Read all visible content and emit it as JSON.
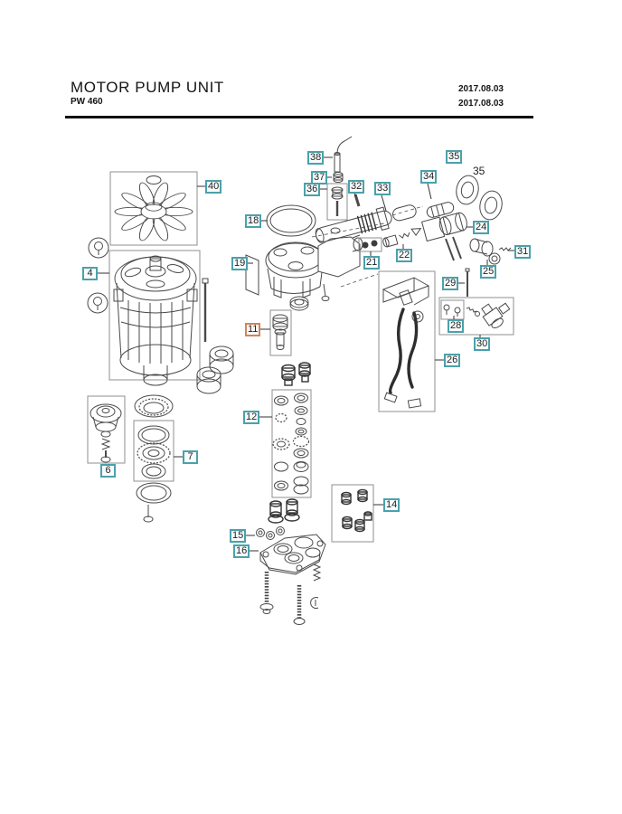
{
  "header": {
    "title": "MOTOR PUMP UNIT",
    "model": "PW 460",
    "date_top": "2017.08.03",
    "date_bottom": "2017.08.03"
  },
  "diagram": {
    "colors": {
      "callout_border": "#4aa1ab",
      "highlight_border": "#d0855f",
      "line_art": "#4a4a4a"
    },
    "callouts": [
      {
        "number": "4",
        "highlighted": false
      },
      {
        "number": "6",
        "highlighted": false
      },
      {
        "number": "7",
        "highlighted": false
      },
      {
        "number": "11",
        "highlighted": true
      },
      {
        "number": "12",
        "highlighted": false
      },
      {
        "number": "14",
        "highlighted": false
      },
      {
        "number": "15",
        "highlighted": false
      },
      {
        "number": "16",
        "highlighted": false
      },
      {
        "number": "18",
        "highlighted": false
      },
      {
        "number": "19",
        "highlighted": false
      },
      {
        "number": "21",
        "highlighted": false
      },
      {
        "number": "22",
        "highlighted": false
      },
      {
        "number": "24",
        "highlighted": false
      },
      {
        "number": "25",
        "highlighted": false
      },
      {
        "number": "26",
        "highlighted": false
      },
      {
        "number": "28",
        "highlighted": false
      },
      {
        "number": "29",
        "highlighted": false
      },
      {
        "number": "30",
        "highlighted": false
      },
      {
        "number": "31",
        "highlighted": false
      },
      {
        "number": "32",
        "highlighted": false
      },
      {
        "number": "33",
        "highlighted": false
      },
      {
        "number": "34",
        "highlighted": false
      },
      {
        "number": "35",
        "highlighted": false
      },
      {
        "number": "36",
        "highlighted": false
      },
      {
        "number": "37",
        "highlighted": false
      },
      {
        "number": "38",
        "highlighted": false
      },
      {
        "number": "40",
        "highlighted": false
      }
    ],
    "plain_labels": [
      {
        "text": "35"
      }
    ]
  }
}
